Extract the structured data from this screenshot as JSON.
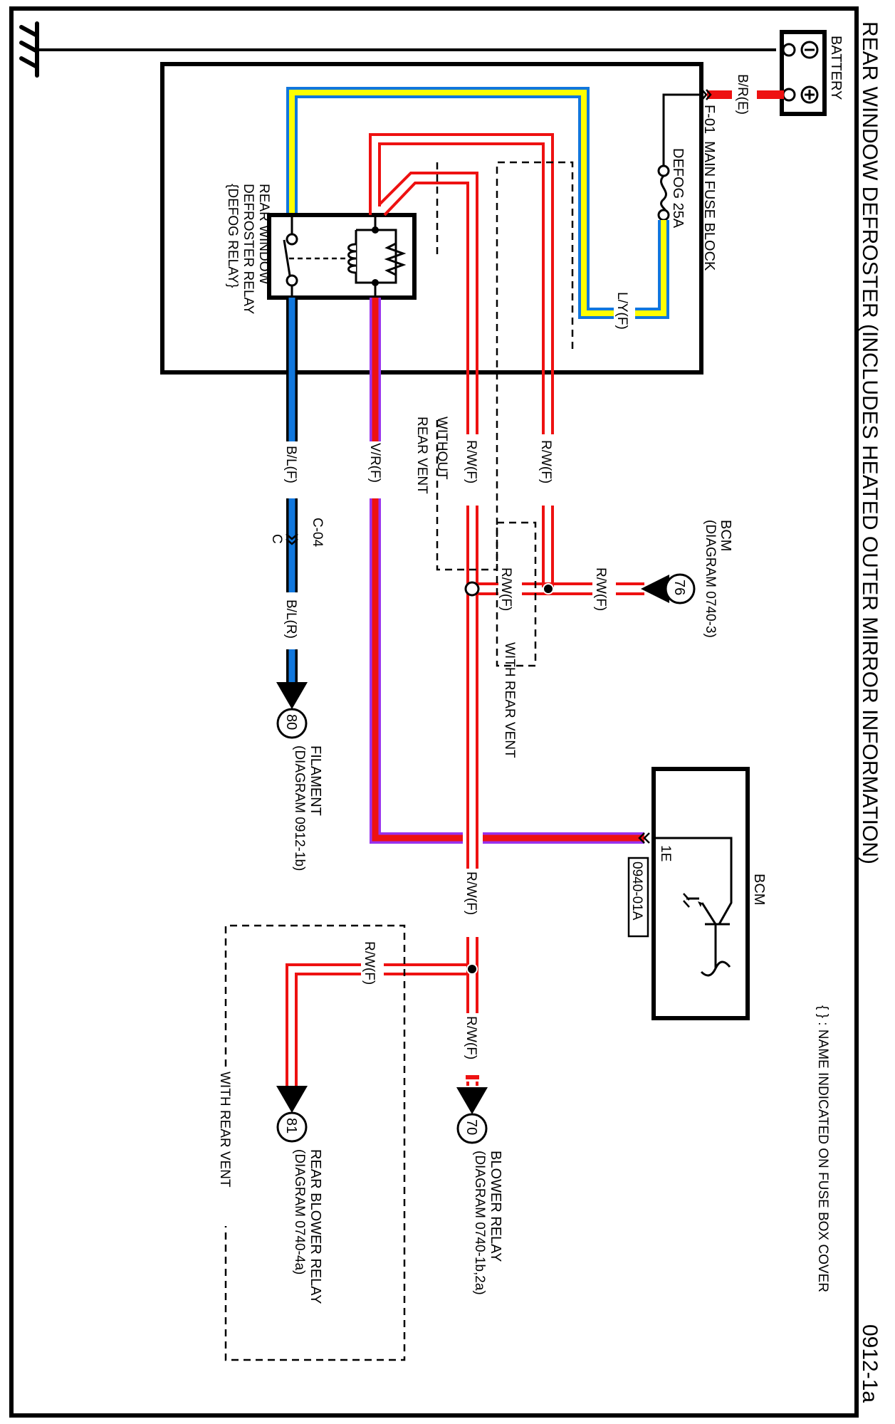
{
  "title": "REAR WINDOW DEFROSTER (INCLUDES HEATED OUTER MIRROR INFORMATION)",
  "page_number": "0912-1a",
  "note": "{ } : NAME INDICATED ON FUSE BOX COVER",
  "colors": {
    "red": "#ee1111",
    "blue": "#1177dd",
    "yellow": "#ffff00",
    "violet": "#9933ee",
    "black": "#000000"
  },
  "components": {
    "battery": {
      "label": "BATTERY",
      "neg": "⊖",
      "pos": "⊕"
    },
    "fuse_block": {
      "connector": "F-01",
      "label": "MAIN FUSE BLOCK"
    },
    "fuse": {
      "label": "DEFOG 25A"
    },
    "relay": {
      "line1": "REAR WINDOW",
      "line2": "DEFROSTER RELAY",
      "line3": "{DEFOG RELAY}"
    },
    "bcm": {
      "label": "BCM",
      "terminal": "1E",
      "ref": "0940-01A"
    },
    "connector_c04": {
      "name": "C-04",
      "pin": "C"
    }
  },
  "wires": {
    "battery_feed": "B/R(E)",
    "fuse_out": "L/Y(F)",
    "rw_outer": "R/W(F)",
    "rw_inner": "R/W(F)",
    "rw_bcm": "R/W(F)",
    "rw_with_vent": "R/W(F)",
    "vr": "V/R(F)",
    "bl_f": "B/L(F)",
    "bl_r": "B/L(R)",
    "rw_lower": "R/W(F)",
    "rw_branch": "R/W(F)",
    "rw_blower": "R/W(F)"
  },
  "options": {
    "without_rear_vent_1": "WITHOUT",
    "without_rear_vent_2": "REAR VENT",
    "with_rear_vent": "WITH REAR VENT",
    "with_rear_vent_lower": "WITH REAR VENT"
  },
  "references": {
    "ref76": {
      "num": "76",
      "line1": "BCM",
      "line2": "(DIAGRAM  0740-3)"
    },
    "ref80": {
      "num": "80",
      "line1": "FILAMENT",
      "line2": "(DIAGRAM  0912-1b)"
    },
    "ref70": {
      "num": "70",
      "line1": "BLOWER RELAY",
      "line2": "(DIAGRAM  0740-1b,2a)"
    },
    "ref81": {
      "num": "81",
      "line1": "REAR BLOWER RELAY",
      "line2": "(DIAGRAM  0740-4a)"
    }
  }
}
